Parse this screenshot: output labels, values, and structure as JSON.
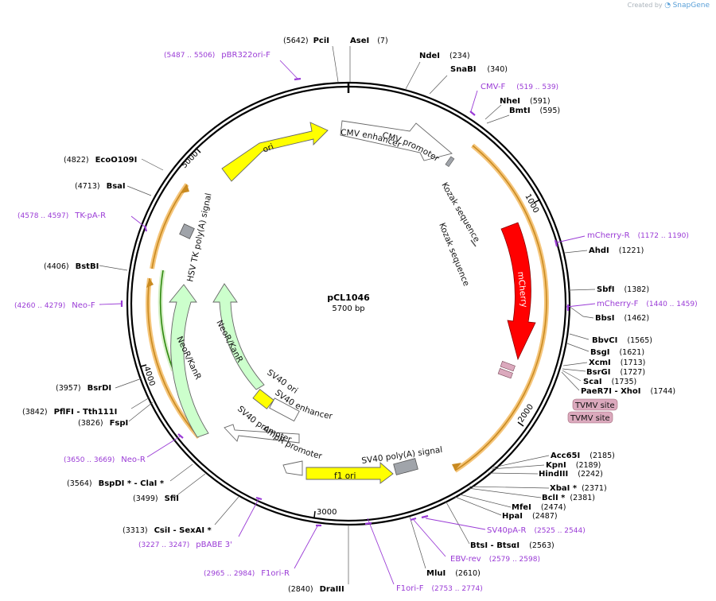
{
  "credit": {
    "prefix": "Created by",
    "brand": "SnapGene"
  },
  "plasmid": {
    "name": "pCL1046",
    "size": "5700 bp"
  },
  "colors": {
    "primer": "#9a3bd6",
    "ori": "#ffff00",
    "mcherry": "#ff0000",
    "neo": "#ccffcc",
    "orf": "#f5c57a",
    "promoter": "#ffffff",
    "polyA": "#a0a4aa",
    "misc": "#dba9bd"
  },
  "ticks": [
    "1000",
    "2000",
    "3000",
    "4000",
    "5000"
  ],
  "features": {
    "cmv_enhancer": "CMV enhancer",
    "cmv_promoter": "CMV promoter",
    "kozak1": "Kozak sequence",
    "kozak2": "Kozak sequence",
    "mcherry": "mCherry",
    "tvmv1": "TVMV site",
    "tvmv2": "TVMV site",
    "sv40_polya": "SV40 poly(A) signal",
    "f1ori": "f1 ori",
    "ampr_promoter": "AmpR promoter",
    "sv40_promoter": "SV40 promoter",
    "sv40_enhancer": "SV40 enhancer",
    "sv40_ori": "SV40 ori",
    "neor1": "NeoR/KanR",
    "neor2": "NeoR/KanR",
    "hsv_polya": "HSV TK poly(A) signal",
    "ori": "ori"
  },
  "enzymes": [
    {
      "name": "PciI",
      "pos": "(5642)"
    },
    {
      "name": "AseI",
      "pos": "(7)"
    },
    {
      "name": "NdeI",
      "pos": "(234)"
    },
    {
      "name": "SnaBI",
      "pos": "(340)"
    },
    {
      "name": "NheI",
      "pos": "(591)"
    },
    {
      "name": "BmtI",
      "pos": "(595)"
    },
    {
      "name": "AhdI",
      "pos": "(1221)"
    },
    {
      "name": "SbfI",
      "pos": "(1382)"
    },
    {
      "name": "BbsI",
      "pos": "(1462)"
    },
    {
      "name": "BbvCI",
      "pos": "(1565)"
    },
    {
      "name": "BsgI",
      "pos": "(1621)"
    },
    {
      "name": "XcmI",
      "pos": "(1713)"
    },
    {
      "name": "BsrGI",
      "pos": "(1727)"
    },
    {
      "name": "ScaI",
      "pos": "(1735)"
    },
    {
      "name": "PaeR7I - XhoI",
      "pos": "(1744)"
    },
    {
      "name": "Acc65I",
      "pos": "(2185)"
    },
    {
      "name": "KpnI",
      "pos": "(2189)"
    },
    {
      "name": "HindIII",
      "pos": "(2242)"
    },
    {
      "name": "XbaI *",
      "pos": "(2371)"
    },
    {
      "name": "BclI *",
      "pos": "(2381)"
    },
    {
      "name": "MfeI",
      "pos": "(2474)"
    },
    {
      "name": "HpaI",
      "pos": "(2487)"
    },
    {
      "name": "BtsI - BtsαI",
      "pos": "(2563)"
    },
    {
      "name": "MluI",
      "pos": "(2610)"
    },
    {
      "name": "DraIII",
      "pos": "(2840)"
    },
    {
      "name": "CsiI - SexAI *",
      "pos": "(3313)"
    },
    {
      "name": "SfiI",
      "pos": "(3499)"
    },
    {
      "name": "BspDI * - ClaI *",
      "pos": "(3564)"
    },
    {
      "name": "FspI",
      "pos": "(3826)"
    },
    {
      "name": "PflFI - Tth111I",
      "pos": "(3842)"
    },
    {
      "name": "BsrDI",
      "pos": "(3957)"
    },
    {
      "name": "BstBI",
      "pos": "(4406)"
    },
    {
      "name": "BsaI",
      "pos": "(4713)"
    },
    {
      "name": "EcoO109I",
      "pos": "(4822)"
    }
  ],
  "primers": [
    {
      "name": "pBR322ori-F",
      "range": "(5487 .. 5506)"
    },
    {
      "name": "CMV-F",
      "range": "(519 .. 539)"
    },
    {
      "name": "mCherry-R",
      "range": "(1172 .. 1190)"
    },
    {
      "name": "mCherry-F",
      "range": "(1440 .. 1459)"
    },
    {
      "name": "SV40pA-R",
      "range": "(2525 .. 2544)"
    },
    {
      "name": "EBV-rev",
      "range": "(2579 .. 2598)"
    },
    {
      "name": "F1ori-F",
      "range": "(2753 .. 2774)"
    },
    {
      "name": "F1ori-R",
      "range": "(2965 .. 2984)"
    },
    {
      "name": "pBABE 3'",
      "range": "(3227 .. 3247)"
    },
    {
      "name": "Neo-R",
      "range": "(3650 .. 3669)"
    },
    {
      "name": "Neo-F",
      "range": "(4260 .. 4279)"
    },
    {
      "name": "TK-pA-R",
      "range": "(4578 .. 4597)"
    }
  ]
}
